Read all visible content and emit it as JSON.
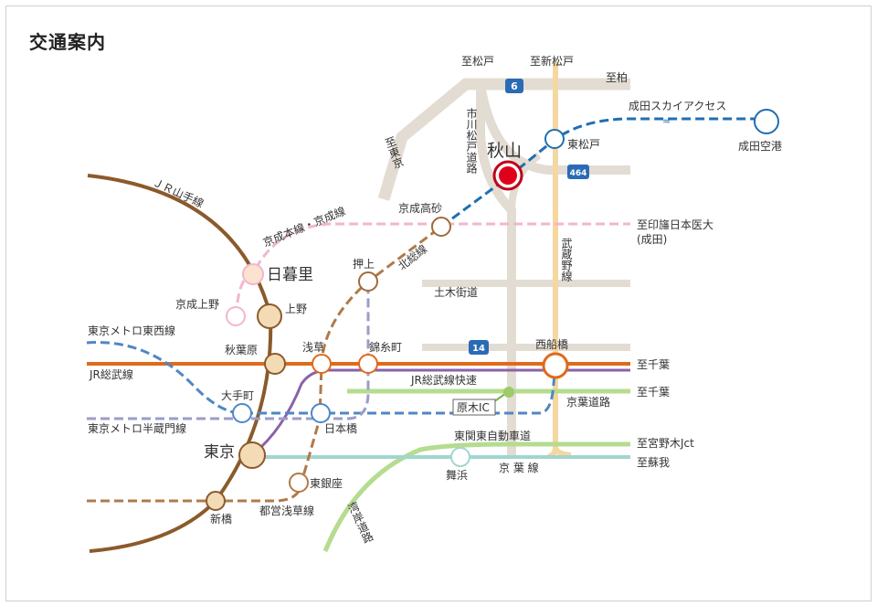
{
  "title": "交通案内",
  "stations": {
    "akiyama": "秋山",
    "higashi_matsudo": "東松戸",
    "narita_airport": "成田空港",
    "keisei_takasago": "京成高砂",
    "nippori": "日暮里",
    "keisei_ueno": "京成上野",
    "ueno": "上野",
    "akihabara": "秋葉原",
    "asakusa": "浅草",
    "oshiage": "押上",
    "kinshicho": "錦糸町",
    "nishifunabashi": "西船橋",
    "otemachi": "大手町",
    "nihonbashi": "日本橋",
    "tokyo": "東京",
    "higashi_ginza": "東銀座",
    "shinbashi": "新橋",
    "maihama": "舞浜"
  },
  "lines": {
    "yamanote": "ＪＲ山手線",
    "keisei_main": "京成本線・京成線",
    "hokuso": "北総線",
    "narita_sky_access": "成田スカイアクセス",
    "tozai": "東京メトロ東西線",
    "sobu": "JR総武線",
    "sobu_rapid": "JR総武線快速",
    "hanzomon": "東京メトロ半蔵門線",
    "asakusa_line": "都営浅草線",
    "keiyo": "京 葉 線",
    "musashino": "武蔵野線"
  },
  "roads": {
    "ichikawa_matsudo": "市川松戸道路",
    "tokiwa_kaido": "土木街道",
    "keiyo_doro": "京葉道路",
    "higashi_kanto": "東関東自動車道",
    "wangan": "湾岸道路",
    "to_tokyo": "至東京",
    "route_6": "6",
    "route_464": "464",
    "route_14": "14",
    "baraki_ic": "原木IC"
  },
  "destinations": {
    "to_matsudo": "至松戸",
    "to_shin_matsudo": "至新松戸",
    "to_kashiwa": "至柏",
    "to_inba": "至印旛日本医大",
    "to_inba_sub": "(成田)",
    "to_chiba_1": "至千葉",
    "to_chiba_2": "至千葉",
    "to_miyanogi": "至宮野木Jct",
    "to_soga": "至蘇我"
  },
  "colors": {
    "yamanote": "#8b5a2b",
    "keisei": "#f2b6cf",
    "hokuso": "#a06a3c",
    "sky_access": "#1f6fb3",
    "tozai": "#4f87c6",
    "sobu_local": "#e06a1b",
    "sobu_rapid": "#9fca6a",
    "hanzomon": "#9b9dc7",
    "asakusa": "#b07a48",
    "keiyo": "#a0d6cf",
    "musashino": "#f5d7a0",
    "road": "#e3dcd3",
    "akiyama_marker": "#e0001a"
  }
}
